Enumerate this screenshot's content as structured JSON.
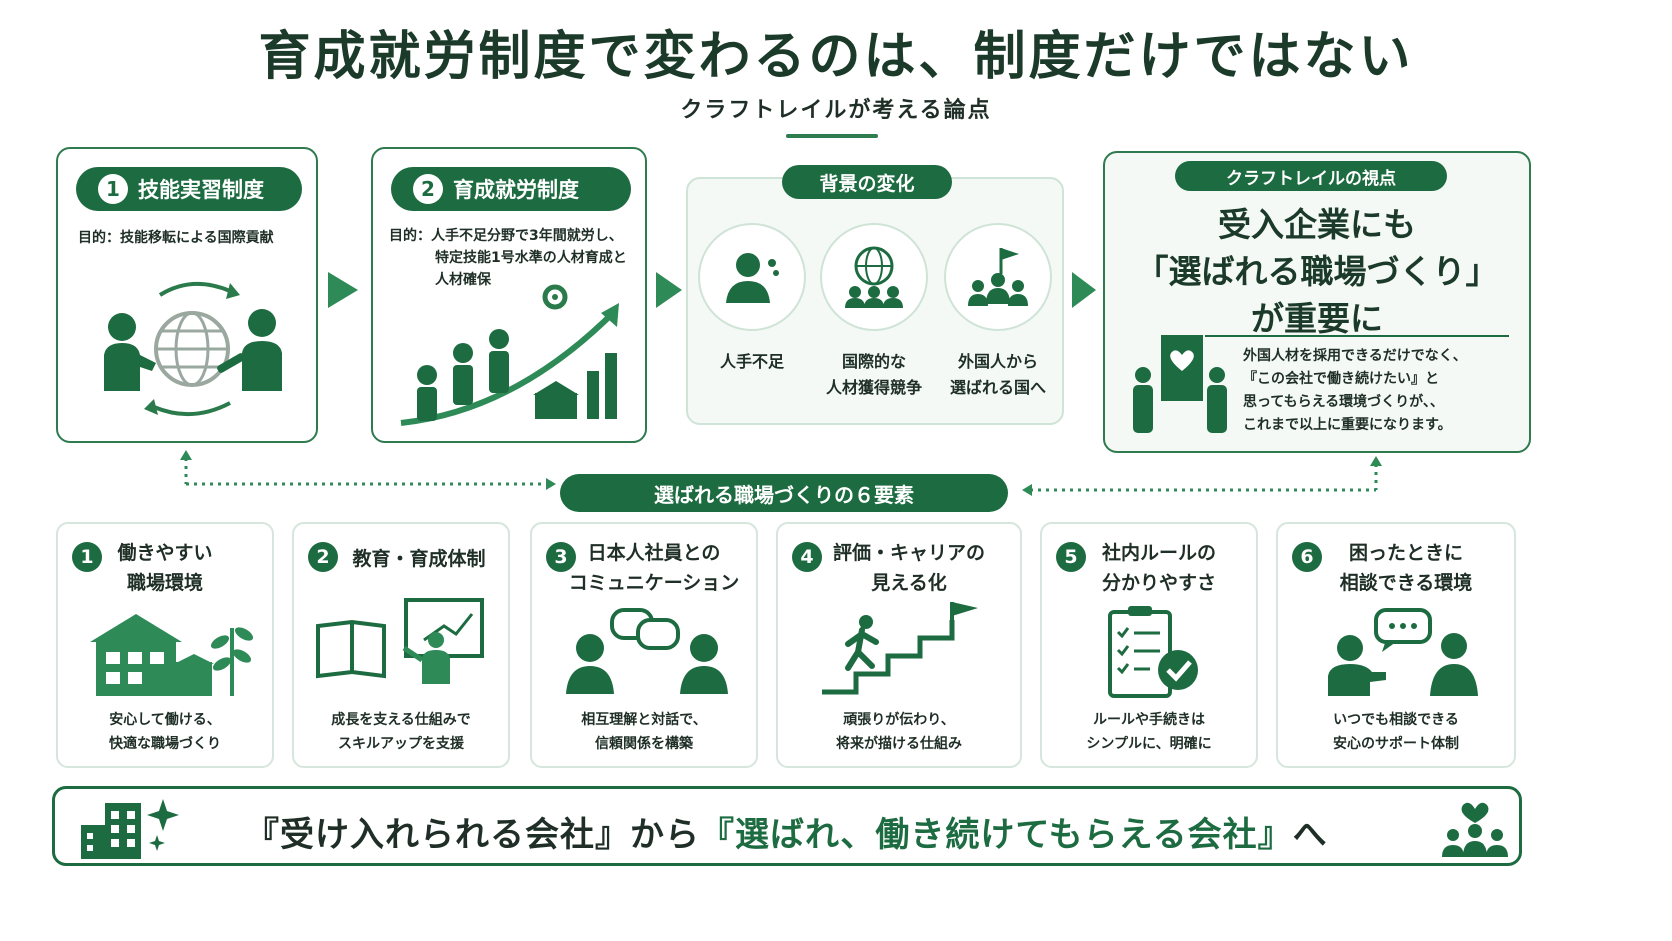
{
  "header": {
    "title": "育成就労制度で変わるのは、制度だけではない",
    "subtitle": "クラフトレイルが考える論点"
  },
  "systems": [
    {
      "num": "1",
      "label": "技能実習制度",
      "purpose": "目的：技能移転による国際貢献"
    },
    {
      "num": "2",
      "label": "育成就労制度",
      "purpose_lines": [
        "目的：人手不足分野で3年間就労し、",
        "特定技能1号水準の人材育成と",
        "人材確保"
      ]
    }
  ],
  "background": {
    "label": "背景の変化",
    "items": [
      {
        "lines": [
          "人手不足"
        ]
      },
      {
        "lines": [
          "国際的な",
          "人材獲得競争"
        ]
      },
      {
        "lines": [
          "外国人から",
          "選ばれる国へ"
        ]
      }
    ]
  },
  "viewpoint": {
    "label": "クラフトレイルの視点",
    "headline_lines": [
      "受入企業にも",
      "「選ばれる職場づくり」",
      "が重要に"
    ],
    "body_lines": [
      "外国人材を採用できるだけでなく、",
      "『この会社で働き続けたい』と",
      "思ってもらえる環境づくりが、、",
      "これまで以上に重要になります。"
    ]
  },
  "elements_title": "選ばれる職場づくりの６要素",
  "elements": [
    {
      "num": "1",
      "title_lines": [
        "働きやすい",
        "職場環境"
      ],
      "desc_lines": [
        "安心して働ける、",
        "快適な職場づくり"
      ],
      "icon": "building-plant-icon"
    },
    {
      "num": "2",
      "title_lines": [
        "教育・育成体制"
      ],
      "desc_lines": [
        "成長を支える仕組みで",
        "スキルアップを支援"
      ],
      "icon": "book-teacher-icon"
    },
    {
      "num": "3",
      "title_lines": [
        "日本人社員との",
        "コミュニケーション"
      ],
      "desc_lines": [
        "相互理解と対話で、",
        "信頼関係を構築"
      ],
      "icon": "conversation-icon"
    },
    {
      "num": "4",
      "title_lines": [
        "評価・キャリアの",
        "見える化"
      ],
      "desc_lines": [
        "頑張りが伝わり、",
        "将来が描ける仕組み"
      ],
      "icon": "stairs-flag-icon"
    },
    {
      "num": "5",
      "title_lines": [
        "社内ルールの",
        "分かりやすさ"
      ],
      "desc_lines": [
        "ルールや手続きは",
        "シンプルに、明確に"
      ],
      "icon": "checklist-icon"
    },
    {
      "num": "6",
      "title_lines": [
        "困ったときに",
        "相談できる環境"
      ],
      "desc_lines": [
        "いつでも相談できる",
        "安心のサポート体制"
      ],
      "icon": "consult-icon"
    }
  ],
  "footer": {
    "part1": "『受け入れられる会社』から",
    "part2": "『選ばれ、働き続けてもらえる会社』",
    "part3": "へ"
  },
  "colors": {
    "primary": "#1d6b40",
    "accent": "#2e8b57",
    "soft_bg": "#f4f9f5"
  }
}
